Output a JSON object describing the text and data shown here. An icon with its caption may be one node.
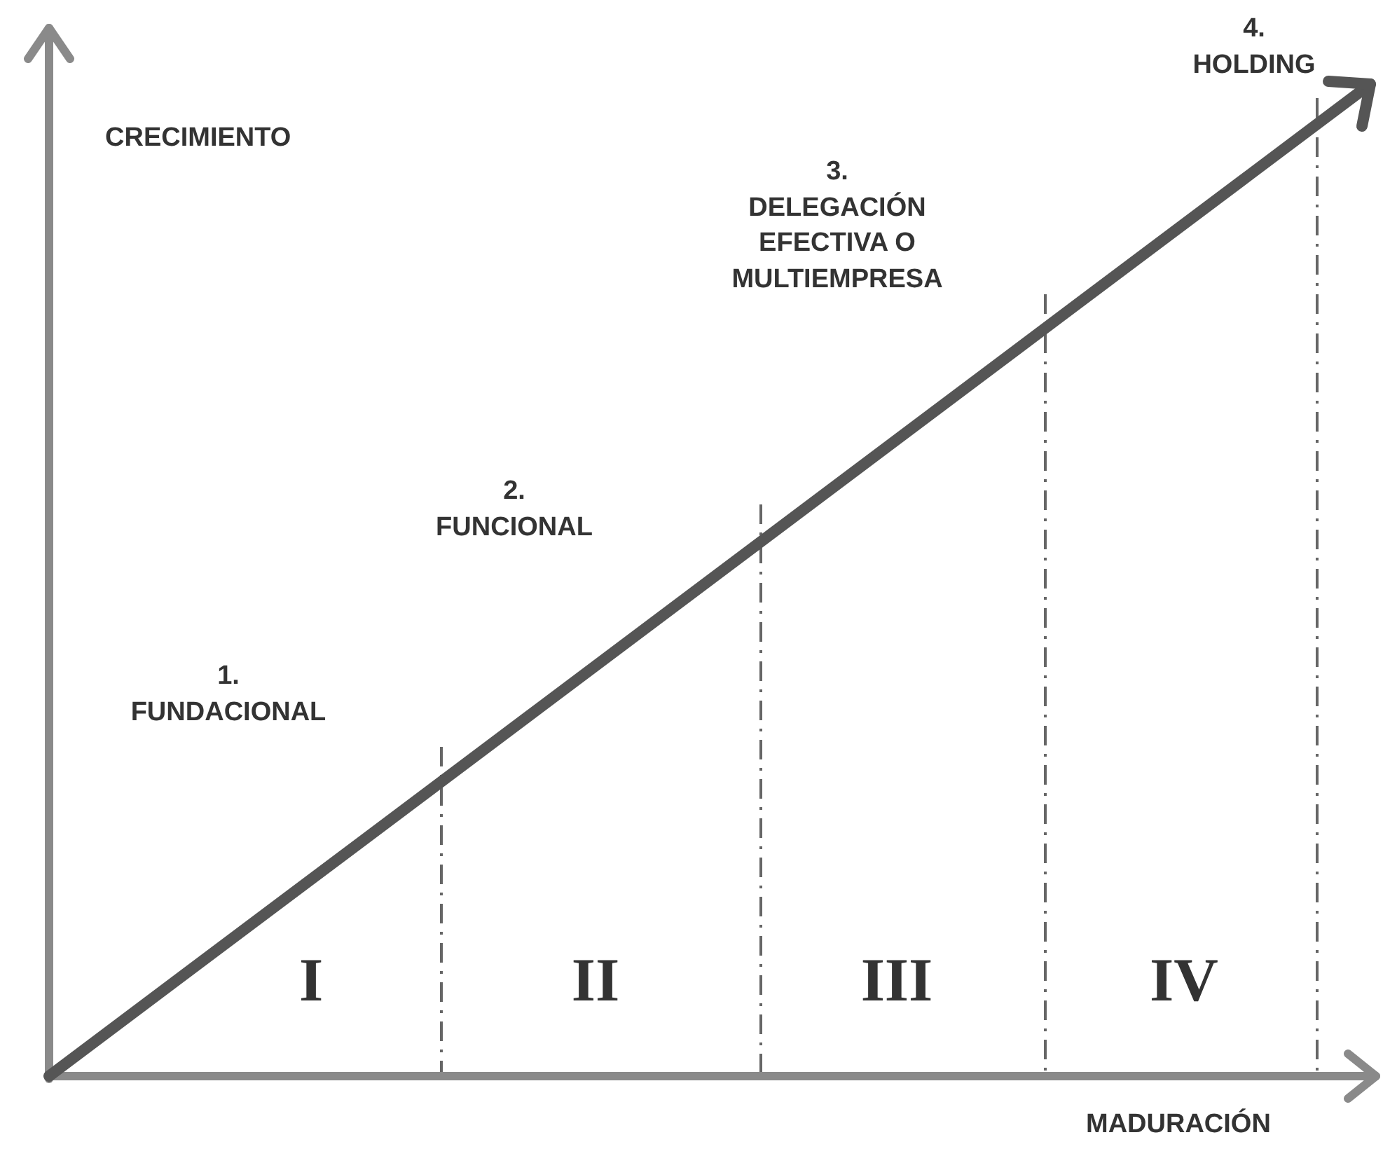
{
  "diagram": {
    "labels": [
      "CRECIMIENTO",
      "4. HOLDING",
      "3. DELEGACIÓN EFECTIVA O MULTIEMPRESA",
      "2. FUNCIONAL",
      "1. FUNDACIONAL",
      "I",
      "II",
      "III",
      "IV",
      "MADURACIÓN"
    ]
  }
}
